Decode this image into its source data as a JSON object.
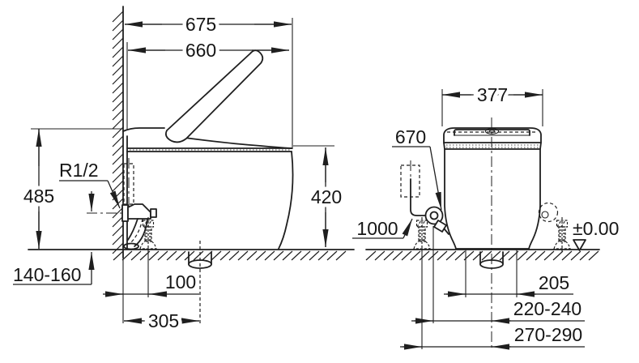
{
  "page": {
    "background": "#ffffff",
    "line_color": "#1f1f1f"
  },
  "labels": {
    "side": {
      "overall_depth": "675",
      "ceramic_depth": "660",
      "seat_height": "485",
      "water_connection_thread": "R1/2",
      "bowl_rim_height": "420",
      "supply_height_range": "140-160",
      "supply_wall_offset": "100",
      "drain_wall_offset": "305"
    },
    "rear": {
      "width": "377",
      "supply_hose_length": "670",
      "power_cable_length": "1000",
      "floor_level": "±0.00",
      "drain_side_offset": "205",
      "supply_center_offset": "220-240",
      "cable_center_offset": "270-290"
    }
  }
}
